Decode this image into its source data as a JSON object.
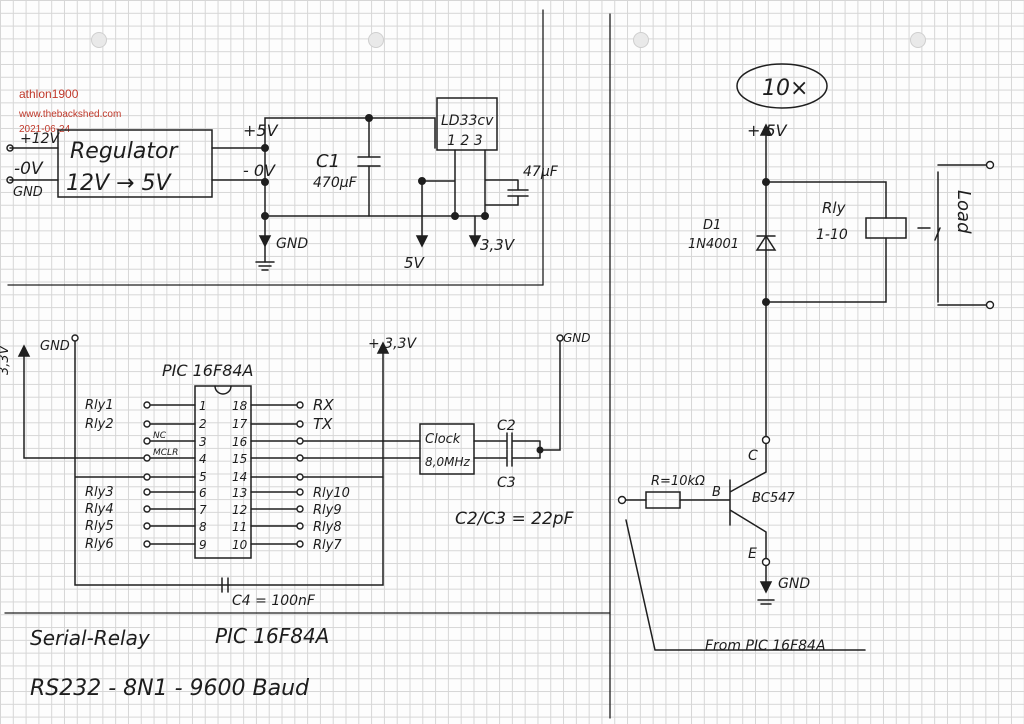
{
  "watermark": {
    "user": "athlon1900",
    "site": "www.thebackshed.com",
    "date": "2021-06-24"
  },
  "regulator": {
    "name": "Regulator",
    "conversion": "12V → 5V",
    "in_pos": "+12V",
    "in_neg": "-0V",
    "in_gnd": "GND",
    "out_pos": "+5V",
    "out_neg": "- 0V",
    "cap_c1_name": "C1",
    "cap_c1_value": "470µF",
    "ldo_name": "LD33cv",
    "ldo_pins": "1 2 3",
    "cap_out_value": "47µF",
    "gnd": "GND",
    "rail_5v": "5V",
    "rail_33v": "3,3V"
  },
  "pic": {
    "name": "PIC 16F84A",
    "pins_left": [
      {
        "num": "1",
        "label": "Rly1"
      },
      {
        "num": "2",
        "label": "Rly2"
      },
      {
        "num": "3",
        "label": "NC"
      },
      {
        "num": "4",
        "label": "MCLR"
      },
      {
        "num": "5",
        "label": ""
      },
      {
        "num": "6",
        "label": "Rly3"
      },
      {
        "num": "7",
        "label": "Rly4"
      },
      {
        "num": "8",
        "label": "Rly5"
      },
      {
        "num": "9",
        "label": "Rly6"
      }
    ],
    "pins_right": [
      {
        "num": "18",
        "label": "RX"
      },
      {
        "num": "17",
        "label": "TX"
      },
      {
        "num": "16",
        "label": ""
      },
      {
        "num": "15",
        "label": ""
      },
      {
        "num": "14",
        "label": ""
      },
      {
        "num": "13",
        "label": "Rly10"
      },
      {
        "num": "12",
        "label": "Rly9"
      },
      {
        "num": "11",
        "label": "Rly8"
      },
      {
        "num": "10",
        "label": "Rly7"
      }
    ],
    "vcc_left": "3,3V",
    "gnd_left": "GND",
    "vcc_right": "+ 3,3V",
    "gnd_right": "GND",
    "clock_label": "Clock",
    "clock_freq": "8,0MHz",
    "c2": "C2",
    "c3": "C3",
    "c2c3_value": "C2/C3 = 22pF",
    "c4": "C4 = 100nF"
  },
  "relay_stage": {
    "multiplier": "10×",
    "supply": "+ 5V",
    "diode_name": "D1",
    "diode_part": "1N4001",
    "relay_name": "Rly",
    "relay_range": "1-10",
    "load": "Load",
    "resistor": "R=10kΩ",
    "base": "B",
    "transistor": "BC547",
    "collector": "C",
    "emitter": "E",
    "gnd": "GND",
    "from": "From PIC 16F84A"
  },
  "notes": {
    "title": "Serial-Relay",
    "chip": "PIC 16F84A",
    "protocol": "RS232 - 8N1 - 9600 Baud"
  }
}
